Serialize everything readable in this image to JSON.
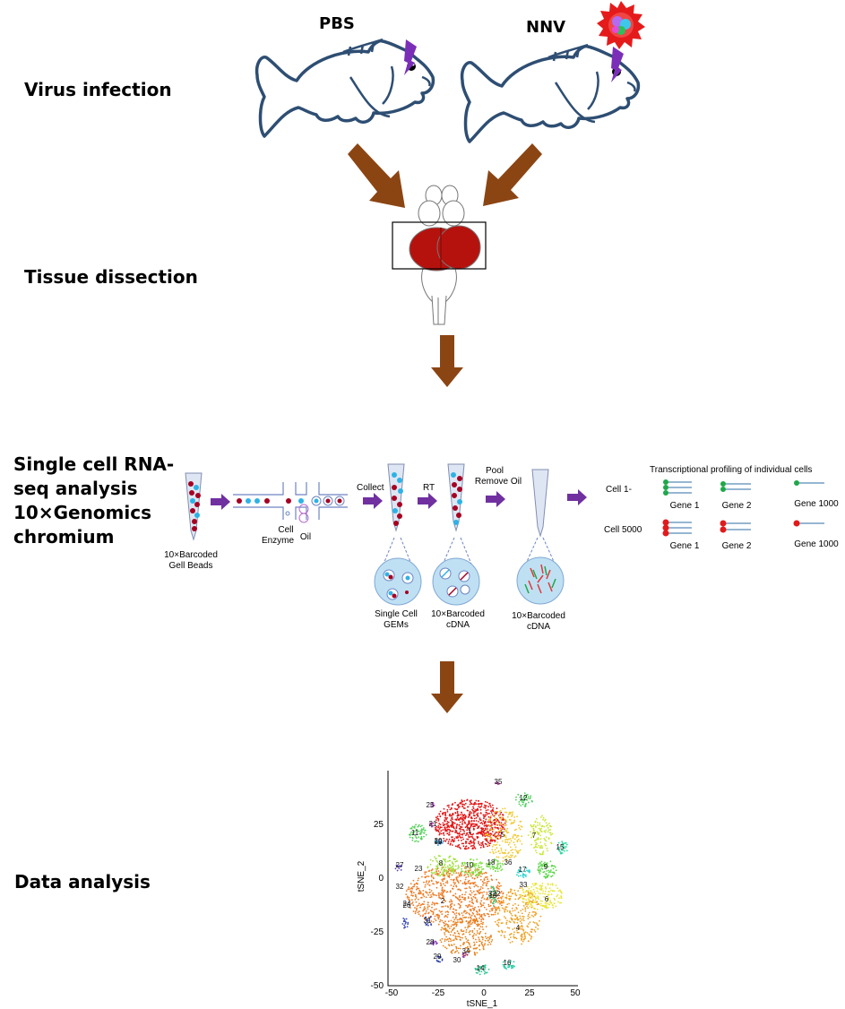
{
  "steps": {
    "virus_infection": "Virus infection",
    "tissue_dissection": "Tissue dissection",
    "scrna_line1": "Single cell RNA-",
    "scrna_line2": "seq analysis",
    "scrna_line3": "10×Genomics",
    "scrna_line4": "chromium",
    "data_analysis": "Data analysis"
  },
  "groups": {
    "control": "PBS",
    "infected": "NNV"
  },
  "workflow": {
    "beads_line1": "10×Barcoded",
    "beads_line2": "Gell Beads",
    "cell": "Cell",
    "enzyme": "Enzyme",
    "oil": "Oil",
    "collect": "Collect",
    "rt": "RT",
    "pool": "Pool",
    "remove_oil": "Remove Oil",
    "gems_line1": "Single Cell",
    "gems_line2": "GEMs",
    "cdna1_line1": "10×Barcoded",
    "cdna1_line2": "cDNA",
    "cdna2_line1": "10×Barcoded",
    "cdna2_line2": "cDNA"
  },
  "profiling": {
    "title": "Transcriptional profiling of individual cells",
    "cell_a": "Cell 1-",
    "cell_b": "Cell 5000",
    "genes": [
      "Gene 1",
      "Gene 2",
      "Gene 1000"
    ]
  },
  "tsne": {
    "xlabel": "tSNE_1",
    "ylabel": "tSNE_2",
    "xticks": [
      "-50",
      "-25",
      "0",
      "25",
      "50"
    ],
    "yticks": [
      "25",
      "0",
      "-25",
      "-50"
    ],
    "cluster_labels": [
      "1",
      "2",
      "3",
      "4",
      "5",
      "6",
      "7",
      "8",
      "9",
      "10",
      "11",
      "12",
      "13",
      "14",
      "15",
      "16",
      "17",
      "18",
      "19",
      "20",
      "21",
      "22",
      "23",
      "24",
      "25",
      "26",
      "27",
      "28",
      "29",
      "30",
      "31",
      "32",
      "33",
      "34",
      "35",
      "36"
    ]
  },
  "colors": {
    "arrow_brown": "#8b4513",
    "arrow_purple": "#7030a0",
    "fish_outline": "#2e4e73",
    "brain_red": "#b5120e",
    "bead_red": "#a50021",
    "bead_blue": "#2eb2e6",
    "gene_green": "#1fa84a",
    "gene_red": "#e11b1b"
  }
}
